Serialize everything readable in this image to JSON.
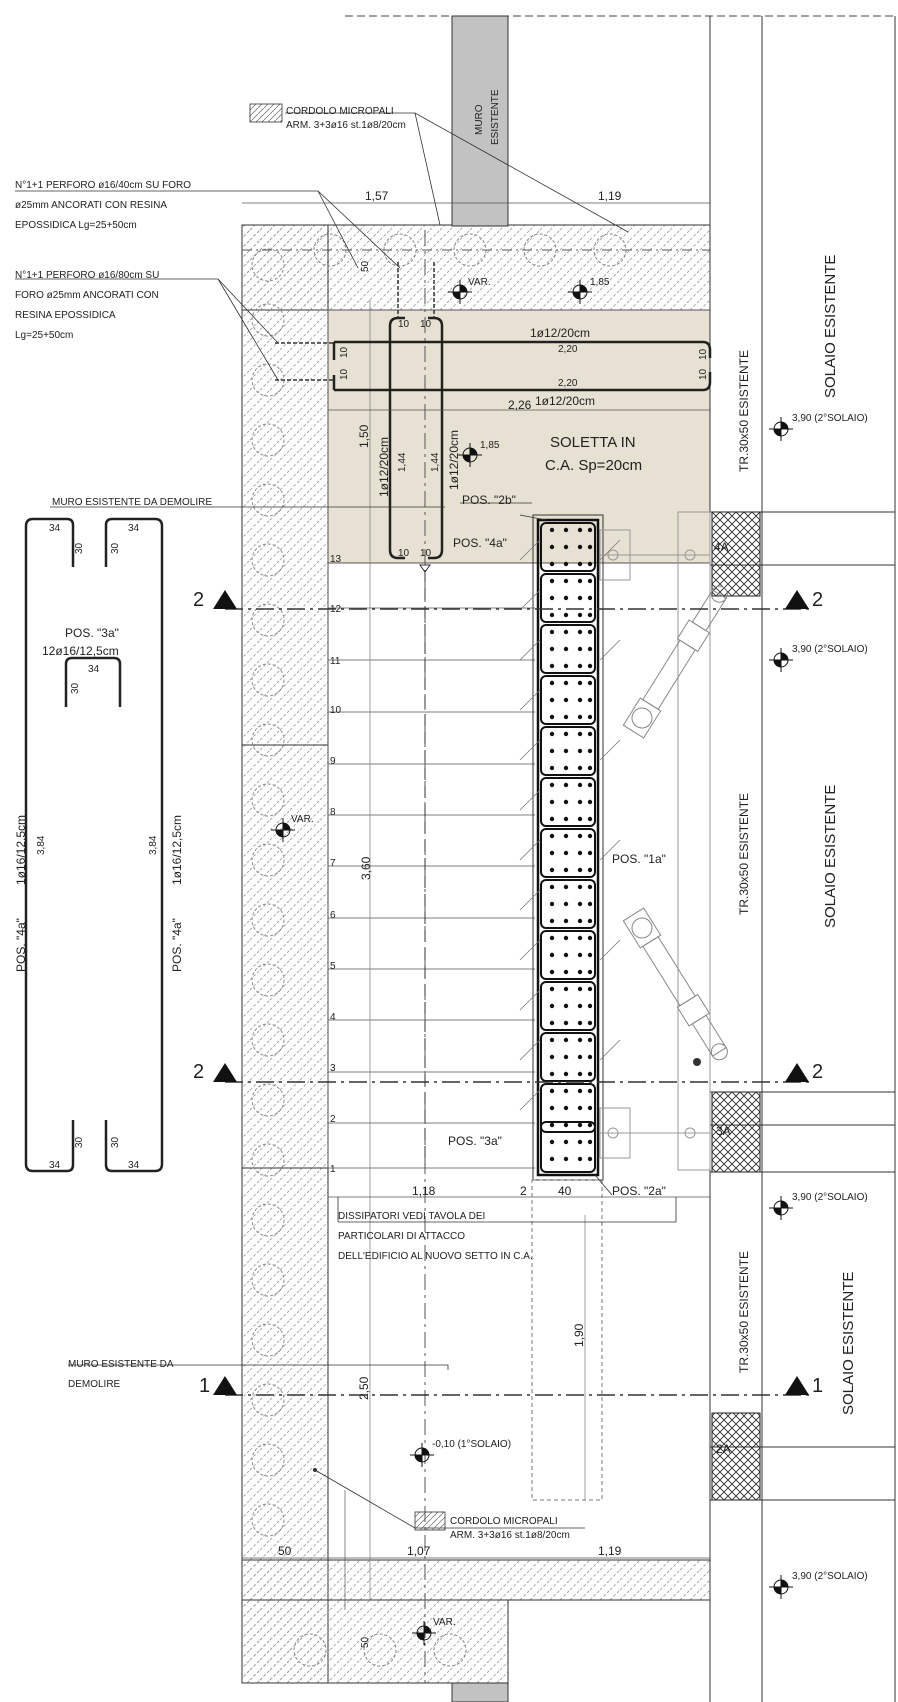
{
  "labels": {
    "cordolo_top": "CORDOLO MICROPALI",
    "cordolo_top_arm": "ARM. 3+3ø16 st.1ø8/20cm",
    "muro_existing_1": "MURO",
    "muro_existing_2": "ESISTENTE",
    "perforo1_l1": "N°1+1 PERFORO ø16/40cm SU FORO",
    "perforo1_l2": "ø25mm ANCORATI CON RESINA",
    "perforo1_l3": "EPOSSIDICA Lg=25+50cm",
    "perforo2_l1": "N°1+1 PERFORO ø16/80cm SU",
    "perforo2_l2": "FORO ø25mm ANCORATI CON",
    "perforo2_l3": "RESINA EPOSSIDICA",
    "perforo2_l4": "Lg=25+50cm",
    "soletta_l1": "SOLETTA IN",
    "soletta_l2": "C.A. Sp=20cm",
    "muro_demolire_top": "MURO ESISTENTE DA DEMOLIRE",
    "muro_demolire_b1": "MURO ESISTENTE DA",
    "muro_demolire_b2": "DEMOLIRE",
    "dissipatori_l1": "DISSIPATORI VEDI TAVOLA DEI",
    "dissipatori_l2": "PARTICOLARI DI ATTACCO",
    "dissipatori_l3": "DELL'EDIFICIO AL NUOVO SETTO IN C.A.",
    "cordolo_bot": "CORDOLO MICROPALI",
    "cordolo_bot_arm": "ARM. 3+3ø16 st.1ø8/20cm",
    "pos2b": "POS. \"2b\"",
    "pos4a_top": "POS. \"4a\"",
    "pos1a": "POS. \"1a\"",
    "pos3a_plan": "POS. \"3a\"",
    "pos2a": "POS. \"2a\"",
    "pos3a_detail": "POS. \"3a\"",
    "pos3a_detail_spec": "12ø16/12,5cm",
    "pos4a_left": "POS. \"4a\"",
    "pos4a_left_spec": "1ø16/12,5cm",
    "pos4a_right": "POS. \"4a\"",
    "pos4a_right_spec": "1ø16/12,5cm",
    "rebar_top_1": "1ø12/20cm",
    "rebar_top_2": "1ø12/20cm",
    "rebar_vert_1": "1ø12/20cm",
    "rebar_vert_2": "1ø12/20cm",
    "tr_beam_1": "TR.30x50 ESISTENTE",
    "tr_beam_2": "TR.30x50 ESISTENTE",
    "tr_beam_3": "TR.30x50 ESISTENTE",
    "solaio_1": "SOLAIO ESISTENTE",
    "solaio_2": "SOLAIO ESISTENTE",
    "solaio_3": "SOLAIO ESISTENTE",
    "level_1": "3,90 (2°SOLAIO)",
    "level_2": "3,90 (2°SOLAIO)",
    "level_3": "3,90 (2°SOLAIO)",
    "level_4": "3,90 (2°SOLAIO)",
    "level_ground": "-0,10 (1°SOLAIO)",
    "var_1": "VAR.",
    "var_2": "VAR.",
    "var_3": "VAR.",
    "elev_185_a": "1,85",
    "elev_185_b": "1,85",
    "tag_4A": "4A",
    "tag_3A": "3A",
    "tag_2A": "2A",
    "section_2": "2",
    "section_1": "1"
  },
  "dimensions": {
    "d157": "1,57",
    "d119_top": "1,19",
    "d50_top": "50",
    "d220_a": "2,20",
    "d220_b": "2,20",
    "d226": "2,26",
    "d150": "1,50",
    "d144_a": "1,44",
    "d144_b": "1,44",
    "d10": "10",
    "d360": "3,60",
    "d118": "1,18",
    "d2": "2",
    "d40": "40",
    "d190": "1,90",
    "d250": "2,50",
    "d50_bot": "50",
    "d107": "1,07",
    "d119_bot": "1,19",
    "d50_bot2": "50",
    "d34": "34",
    "d30": "30",
    "d384": "3,84"
  },
  "step_numbers": [
    "1",
    "2",
    "3",
    "4",
    "5",
    "6",
    "7",
    "8",
    "9",
    "10",
    "11",
    "12",
    "13"
  ],
  "colors": {
    "soletta_fill": "#e6e1d2",
    "wall_fill": "#c2c2c2",
    "line": "#222222",
    "hatch": "#8a8a8a"
  }
}
